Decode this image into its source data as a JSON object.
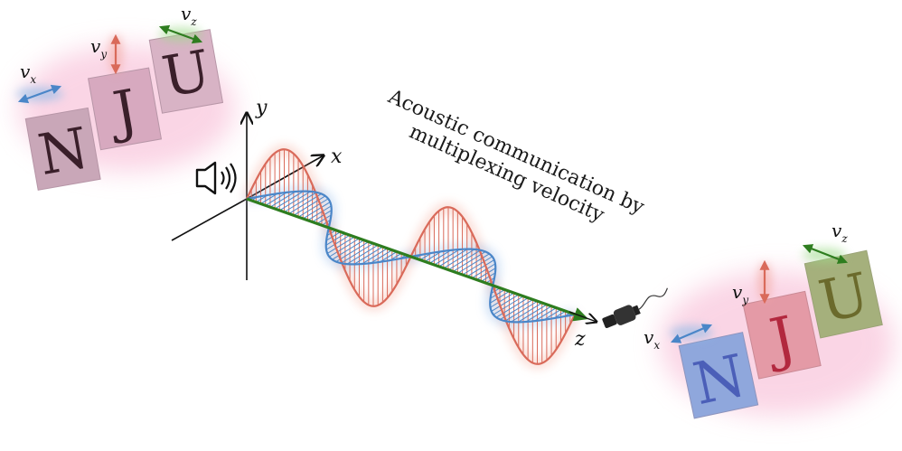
{
  "title": {
    "line1": "Acoustic communication by",
    "line2": "multiplexing velocity"
  },
  "axes": {
    "x": "x",
    "y": "y",
    "z": "z"
  },
  "velocity_labels": {
    "vx": {
      "base": "v",
      "sub": "x"
    },
    "vy": {
      "base": "v",
      "sub": "y"
    },
    "vz": {
      "base": "v",
      "sub": "z"
    }
  },
  "letters": [
    "N",
    "J",
    "U"
  ],
  "icons": {
    "source": "speaker-icon",
    "receiver": "microphone-icon"
  },
  "colors": {
    "x_component": "#4a86c8",
    "y_component": "#d96a5a",
    "z_component": "#2e7d1f",
    "tile_left": "#c9a7b8",
    "tile_right_n": "#8fa7dc",
    "tile_right_j": "#e49aa6",
    "tile_right_u": "#a5b07c"
  }
}
